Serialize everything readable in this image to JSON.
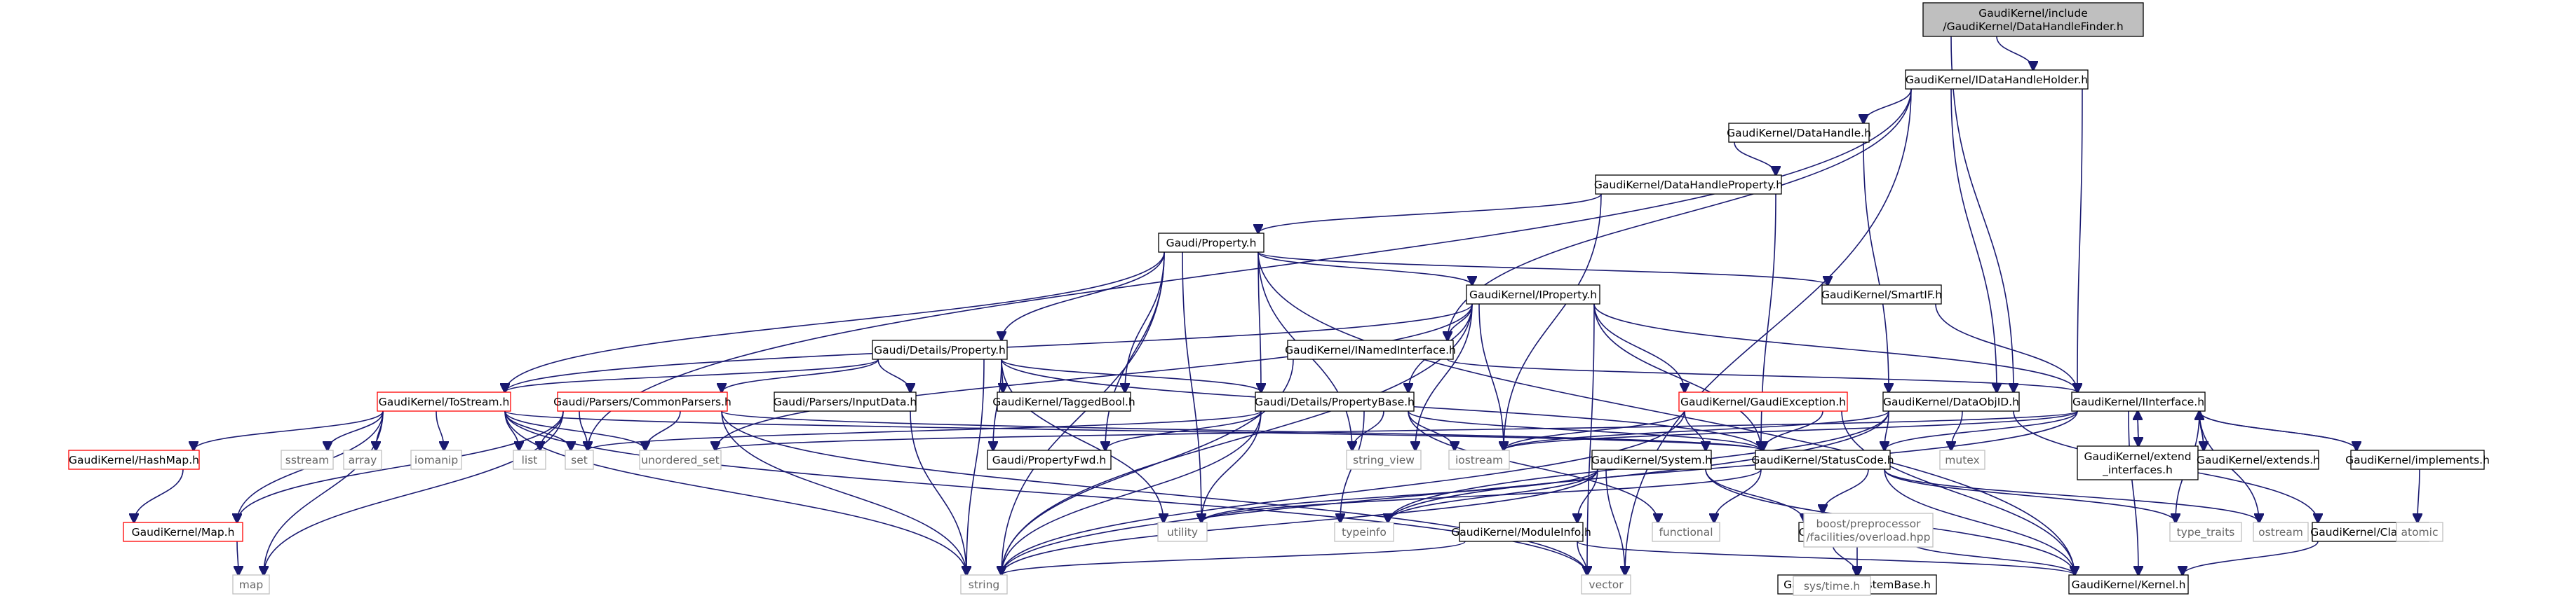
{
  "title": "GaudiKernel/include/GaudiKernel/DataHandleFinder.h",
  "nodes": [
    {
      "id": "root",
      "lines": [
        "GaudiKernel/include",
        "/GaudiKernel/DataHandleFinder.h"
      ],
      "style": "root"
    },
    {
      "id": "idatahandleholder",
      "lines": [
        "GaudiKernel/IDataHandleHolder.h"
      ],
      "style": "normal"
    },
    {
      "id": "datahandle",
      "lines": [
        "GaudiKernel/DataHandle.h"
      ],
      "style": "normal"
    },
    {
      "id": "datahandleproperty",
      "lines": [
        "GaudiKernel/DataHandleProperty.h"
      ],
      "style": "normal"
    },
    {
      "id": "property",
      "lines": [
        "Gaudi/Property.h"
      ],
      "style": "normal"
    },
    {
      "id": "iproperty",
      "lines": [
        "GaudiKernel/IProperty.h"
      ],
      "style": "normal"
    },
    {
      "id": "smartif",
      "lines": [
        "GaudiKernel/SmartIF.h"
      ],
      "style": "normal"
    },
    {
      "id": "detailsproperty",
      "lines": [
        "Gaudi/Details/Property.h"
      ],
      "style": "normal"
    },
    {
      "id": "inamedinterface",
      "lines": [
        "GaudiKernel/INamedInterface.h"
      ],
      "style": "normal"
    },
    {
      "id": "tostream",
      "lines": [
        "GaudiKernel/ToStream.h"
      ],
      "style": "red"
    },
    {
      "id": "commonparsers",
      "lines": [
        "Gaudi/Parsers/CommonParsers.h"
      ],
      "style": "red"
    },
    {
      "id": "inputdata",
      "lines": [
        "Gaudi/Parsers/InputData.h"
      ],
      "style": "normal"
    },
    {
      "id": "taggedbool",
      "lines": [
        "GaudiKernel/TaggedBool.h"
      ],
      "style": "normal"
    },
    {
      "id": "propertybase",
      "lines": [
        "Gaudi/Details/PropertyBase.h"
      ],
      "style": "normal"
    },
    {
      "id": "gaudiexception",
      "lines": [
        "GaudiKernel/GaudiException.h"
      ],
      "style": "red"
    },
    {
      "id": "dataobjid",
      "lines": [
        "GaudiKernel/DataObjID.h"
      ],
      "style": "normal"
    },
    {
      "id": "iinterface",
      "lines": [
        "GaudiKernel/IInterface.h"
      ],
      "style": "normal"
    },
    {
      "id": "hashmap",
      "lines": [
        "GaudiKernel/HashMap.h"
      ],
      "style": "red"
    },
    {
      "id": "kmap",
      "lines": [
        "GaudiKernel/Map.h"
      ],
      "style": "red"
    },
    {
      "id": "propertyfwd",
      "lines": [
        "Gaudi/PropertyFwd.h"
      ],
      "style": "normal"
    },
    {
      "id": "system",
      "lines": [
        "GaudiKernel/System.h"
      ],
      "style": "normal"
    },
    {
      "id": "statuscode",
      "lines": [
        "GaudiKernel/StatusCode.h"
      ],
      "style": "normal"
    },
    {
      "id": "extendinterfaces",
      "lines": [
        "GaudiKernel/extend",
        "_interfaces.h"
      ],
      "style": "normal"
    },
    {
      "id": "extends",
      "lines": [
        "GaudiKernel/extends.h"
      ],
      "style": "normal"
    },
    {
      "id": "implements",
      "lines": [
        "GaudiKernel/implements.h"
      ],
      "style": "normal"
    },
    {
      "id": "moduleinfo",
      "lines": [
        "GaudiKernel/ModuleInfo.h"
      ],
      "style": "normal"
    },
    {
      "id": "timing",
      "lines": [
        "GaudiKernel/Timing.h"
      ],
      "style": "normal"
    },
    {
      "id": "classid",
      "lines": [
        "GaudiKernel/ClassID.h"
      ],
      "style": "normal"
    },
    {
      "id": "kernel",
      "lines": [
        "GaudiKernel/Kernel.h"
      ],
      "style": "normal"
    },
    {
      "id": "systembase",
      "lines": [
        "GaudiKernel/SystemBase.h"
      ],
      "style": "normal"
    },
    {
      "id": "string",
      "lines": [
        "string"
      ],
      "style": "sys"
    },
    {
      "id": "map",
      "lines": [
        "map"
      ],
      "style": "sys"
    },
    {
      "id": "vector",
      "lines": [
        "vector"
      ],
      "style": "sys"
    },
    {
      "id": "utility",
      "lines": [
        "utility"
      ],
      "style": "sys"
    },
    {
      "id": "sstream",
      "lines": [
        "sstream"
      ],
      "style": "sys"
    },
    {
      "id": "array",
      "lines": [
        "array"
      ],
      "style": "sys"
    },
    {
      "id": "iomanip",
      "lines": [
        "iomanip"
      ],
      "style": "sys"
    },
    {
      "id": "list",
      "lines": [
        "list"
      ],
      "style": "sys"
    },
    {
      "id": "set",
      "lines": [
        "set"
      ],
      "style": "sys"
    },
    {
      "id": "unordered_set",
      "lines": [
        "unordered_set"
      ],
      "style": "sys"
    },
    {
      "id": "string_view",
      "lines": [
        "string_view"
      ],
      "style": "sys"
    },
    {
      "id": "iostream",
      "lines": [
        "iostream"
      ],
      "style": "sys"
    },
    {
      "id": "mutex",
      "lines": [
        "mutex"
      ],
      "style": "sys"
    },
    {
      "id": "typeinfo",
      "lines": [
        "typeinfo"
      ],
      "style": "sys"
    },
    {
      "id": "functional",
      "lines": [
        "functional"
      ],
      "style": "sys"
    },
    {
      "id": "overload",
      "lines": [
        "boost/preprocessor",
        "/facilities/overload.hpp"
      ],
      "style": "sys"
    },
    {
      "id": "type_traits",
      "lines": [
        "type_traits"
      ],
      "style": "sys"
    },
    {
      "id": "ostream",
      "lines": [
        "ostream"
      ],
      "style": "sys"
    },
    {
      "id": "atomic",
      "lines": [
        "atomic"
      ],
      "style": "sys"
    },
    {
      "id": "systime",
      "lines": [
        "sys/time.h"
      ],
      "style": "sys"
    }
  ],
  "edges": [
    [
      "root",
      "idatahandleholder"
    ],
    [
      "root",
      "dataobjid"
    ],
    [
      "idatahandleholder",
      "datahandle"
    ],
    [
      "idatahandleholder",
      "inamedinterface"
    ],
    [
      "idatahandleholder",
      "dataobjid"
    ],
    [
      "idatahandleholder",
      "iinterface"
    ],
    [
      "idatahandleholder",
      "set"
    ],
    [
      "idatahandleholder",
      "vector"
    ],
    [
      "datahandle",
      "datahandleproperty"
    ],
    [
      "datahandle",
      "dataobjid"
    ],
    [
      "datahandleproperty",
      "property"
    ],
    [
      "datahandleproperty",
      "iostream"
    ],
    [
      "datahandleproperty",
      "statuscode"
    ],
    [
      "property",
      "detailsproperty"
    ],
    [
      "property",
      "iproperty"
    ],
    [
      "property",
      "smartif"
    ],
    [
      "property",
      "tostream"
    ],
    [
      "property",
      "taggedbool"
    ],
    [
      "property",
      "propertybase"
    ],
    [
      "property",
      "propertyfwd"
    ],
    [
      "property",
      "string"
    ],
    [
      "property",
      "utility"
    ],
    [
      "property",
      "string_view"
    ],
    [
      "property",
      "kernel"
    ],
    [
      "iproperty",
      "inamedinterface"
    ],
    [
      "iproperty",
      "gaudiexception"
    ],
    [
      "iproperty",
      "iinterface"
    ],
    [
      "iproperty",
      "propertybase"
    ],
    [
      "iproperty",
      "tostream"
    ],
    [
      "iproperty",
      "iostream"
    ],
    [
      "iproperty",
      "string"
    ],
    [
      "iproperty",
      "string_view"
    ],
    [
      "iproperty",
      "vector"
    ],
    [
      "iproperty",
      "unordered_set"
    ],
    [
      "iproperty",
      "statuscode"
    ],
    [
      "smartif",
      "iinterface"
    ],
    [
      "detailsproperty",
      "tostream"
    ],
    [
      "detailsproperty",
      "commonparsers"
    ],
    [
      "detailsproperty",
      "inputdata"
    ],
    [
      "detailsproperty",
      "taggedbool"
    ],
    [
      "detailsproperty",
      "propertybase"
    ],
    [
      "detailsproperty",
      "propertyfwd"
    ],
    [
      "detailsproperty",
      "string"
    ],
    [
      "detailsproperty",
      "utility"
    ],
    [
      "detailsproperty",
      "statuscode"
    ],
    [
      "inamedinterface",
      "iinterface"
    ],
    [
      "inamedinterface",
      "string"
    ],
    [
      "tostream",
      "hashmap"
    ],
    [
      "tostream",
      "kmap"
    ],
    [
      "tostream",
      "sstream"
    ],
    [
      "tostream",
      "array"
    ],
    [
      "tostream",
      "iomanip"
    ],
    [
      "tostream",
      "list"
    ],
    [
      "tostream",
      "set"
    ],
    [
      "tostream",
      "unordered_set"
    ],
    [
      "tostream",
      "string"
    ],
    [
      "tostream",
      "map"
    ],
    [
      "tostream",
      "vector"
    ],
    [
      "tostream",
      "statuscode"
    ],
    [
      "commonparsers",
      "kmap"
    ],
    [
      "commonparsers",
      "list"
    ],
    [
      "commonparsers",
      "set"
    ],
    [
      "commonparsers",
      "unordered_set"
    ],
    [
      "commonparsers",
      "string"
    ],
    [
      "commonparsers",
      "map"
    ],
    [
      "commonparsers",
      "vector"
    ],
    [
      "commonparsers",
      "statuscode"
    ],
    [
      "inputdata",
      "string"
    ],
    [
      "propertybase",
      "propertyfwd"
    ],
    [
      "propertybase",
      "statuscode"
    ],
    [
      "propertybase",
      "string"
    ],
    [
      "propertybase",
      "string_view"
    ],
    [
      "propertybase",
      "iostream"
    ],
    [
      "propertybase",
      "utility"
    ],
    [
      "propertybase",
      "typeinfo"
    ],
    [
      "propertybase",
      "functional"
    ],
    [
      "propertybase",
      "set"
    ],
    [
      "gaudiexception",
      "statuscode"
    ],
    [
      "gaudiexception",
      "system"
    ],
    [
      "gaudiexception",
      "iostream"
    ],
    [
      "gaudiexception",
      "string"
    ],
    [
      "gaudiexception",
      "kernel"
    ],
    [
      "dataobjid",
      "statuscode"
    ],
    [
      "dataobjid",
      "iostream"
    ],
    [
      "dataobjid",
      "mutex"
    ],
    [
      "dataobjid",
      "string"
    ],
    [
      "dataobjid",
      "typeinfo"
    ],
    [
      "dataobjid",
      "classid"
    ],
    [
      "iinterface",
      "statuscode"
    ],
    [
      "iinterface",
      "extendinterfaces"
    ],
    [
      "iinterface",
      "extends"
    ],
    [
      "iinterface",
      "implements"
    ],
    [
      "iinterface",
      "kernel"
    ],
    [
      "iinterface",
      "ostream"
    ],
    [
      "iinterface",
      "type_traits"
    ],
    [
      "iinterface",
      "typeinfo"
    ],
    [
      "iinterface",
      "iostream"
    ],
    [
      "iinterface",
      "unordered_set"
    ],
    [
      "extendinterfaces",
      "iinterface"
    ],
    [
      "extends",
      "iinterface"
    ],
    [
      "implements",
      "iinterface"
    ],
    [
      "implements",
      "atomic"
    ],
    [
      "hashmap",
      "kmap"
    ],
    [
      "kmap",
      "map"
    ],
    [
      "system",
      "moduleinfo"
    ],
    [
      "system",
      "timing"
    ],
    [
      "system",
      "kernel"
    ],
    [
      "system",
      "string"
    ],
    [
      "system",
      "typeinfo"
    ],
    [
      "system",
      "vector"
    ],
    [
      "system",
      "utility"
    ],
    [
      "statuscode",
      "kernel"
    ],
    [
      "statuscode",
      "functional"
    ],
    [
      "statuscode",
      "overload"
    ],
    [
      "statuscode",
      "ostream"
    ],
    [
      "statuscode",
      "type_traits"
    ],
    [
      "statuscode",
      "utility"
    ],
    [
      "moduleinfo",
      "kernel"
    ],
    [
      "moduleinfo",
      "string"
    ],
    [
      "moduleinfo",
      "vector"
    ],
    [
      "timing",
      "kernel"
    ],
    [
      "timing",
      "systembase"
    ],
    [
      "timing",
      "systime"
    ],
    [
      "classid",
      "kernel"
    ]
  ]
}
